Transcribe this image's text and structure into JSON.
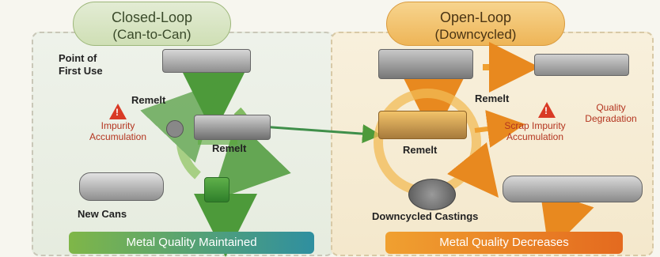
{
  "closed_loop": {
    "title": "Closed-Loop",
    "subtitle": "(Can-to-Can)",
    "point_of_first_use": "Point of First Use",
    "remelt_top": "Remelt",
    "remelt_center": "Remelt",
    "impurity": "Impurity Accumulation",
    "new_cans": "New Cans",
    "footer": "Metal Quality Maintained"
  },
  "open_loop": {
    "title": "Open-Loop",
    "subtitle": "(Downcycled)",
    "remelt_top": "Remelt",
    "remelt_center": "Remelt",
    "scrap_impurity": "Scrap Impurity Accumulation",
    "quality_degradation": "Quality Degradation",
    "downcycled_castings": "Downcycled Castings",
    "footer": "Metal Quality Decreases"
  },
  "colors": {
    "green": "#7fb648",
    "orange": "#f0a030",
    "warning_red": "#d93a25"
  }
}
